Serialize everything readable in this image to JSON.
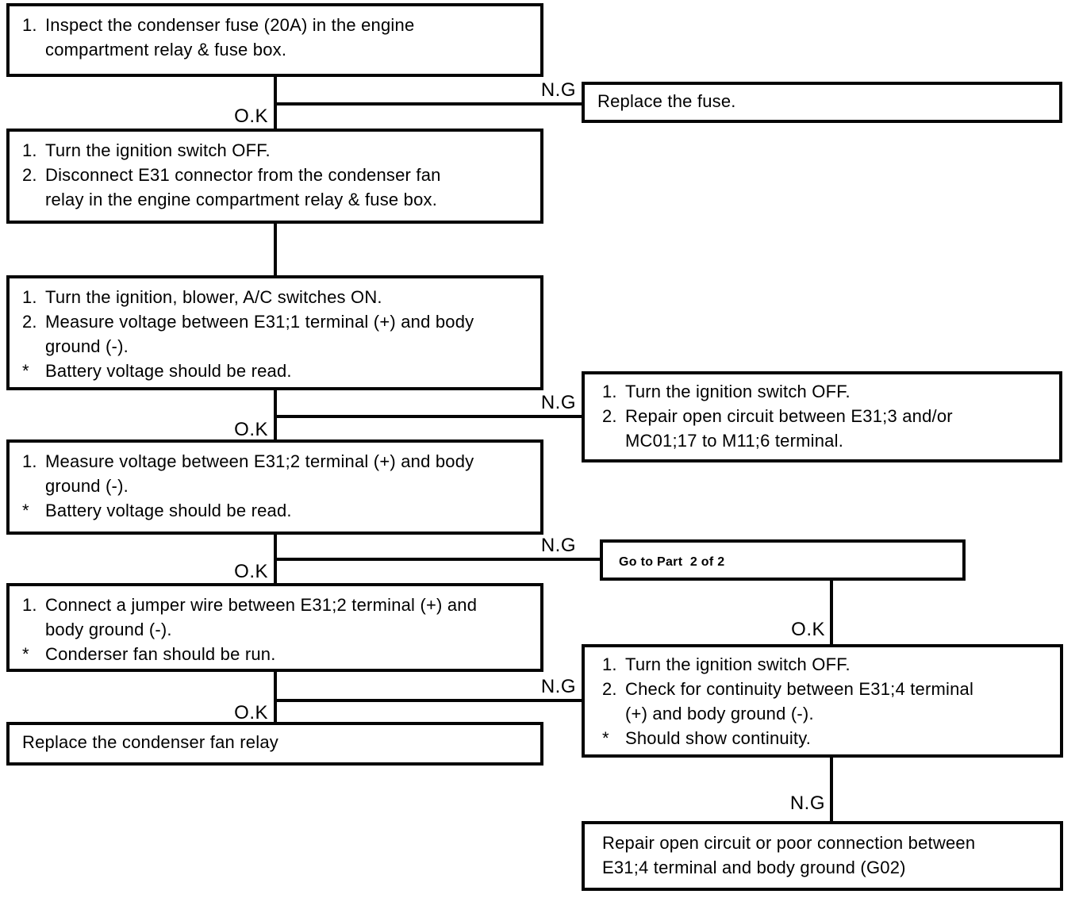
{
  "palette": {
    "background": "#ffffff",
    "line_color": "#050505",
    "text_color": "#000000"
  },
  "connector_labels": {
    "ok": "O.K",
    "ng": "N.G"
  },
  "flow": {
    "step1_inspect_fuse": {
      "items": [
        {
          "marker": "1.",
          "text": "Inspect the condenser fuse (20A) in the engine\ncompartment relay & fuse box."
        }
      ]
    },
    "step2_disconnect_connector": {
      "items": [
        {
          "marker": "1.",
          "text": "Turn the ignition switch OFF."
        },
        {
          "marker": "2.",
          "text": "Disconnect E31 connector from the condenser fan\nrelay in the engine compartment relay & fuse box."
        }
      ]
    },
    "step3_measure_e31_1": {
      "items": [
        {
          "marker": "1.",
          "text": "Turn the ignition, blower, A/C switches ON."
        },
        {
          "marker": "2.",
          "text": "Measure voltage between E31;1 terminal (+) and body\nground (-)."
        },
        {
          "marker": "*",
          "text": "Battery voltage should be read."
        }
      ]
    },
    "step4_measure_e31_2": {
      "items": [
        {
          "marker": "1.",
          "text": "Measure voltage between E31;2 terminal (+) and body\nground (-)."
        },
        {
          "marker": "*",
          "text": "Battery voltage should be read."
        }
      ]
    },
    "step5_jumper_wire": {
      "items": [
        {
          "marker": "1.",
          "text": "Connect a jumper wire between E31;2 terminal (+) and\nbody ground (-)."
        },
        {
          "marker": "*",
          "text": "Conderser fan should be run."
        }
      ]
    },
    "result_replace_relay": {
      "text": "Replace the condenser fan relay"
    },
    "ng_replace_fuse": {
      "text": "Replace the fuse."
    },
    "ng_repair_open_circuit": {
      "items": [
        {
          "marker": "1.",
          "text": "Turn the ignition switch OFF."
        },
        {
          "marker": "2.",
          "text": "Repair open circuit between E31;3 and/or\nMC01;17 to M11;6 terminal."
        }
      ]
    },
    "ng_goto_part2": {
      "text": "Go to Part  2 of 2"
    },
    "ng_check_continuity": {
      "items": [
        {
          "marker": "1.",
          "text": "Turn the ignition switch OFF."
        },
        {
          "marker": "2.",
          "text": "Check for continuity between E31;4 terminal\n(+) and body ground (-)."
        },
        {
          "marker": "*",
          "text": "Should show continuity."
        }
      ]
    },
    "ng_repair_ground": {
      "text": "Repair open circuit or poor connection between\nE31;4 terminal and body ground (G02)"
    }
  }
}
